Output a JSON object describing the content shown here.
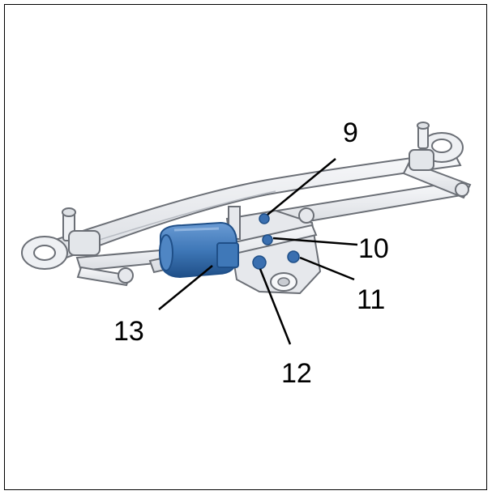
{
  "callouts": {
    "c9": "9",
    "c10": "10",
    "c11": "11",
    "c12": "12",
    "c13": "13"
  },
  "colors": {
    "frame": "#000000",
    "linkage_fill": "#eef0f3",
    "linkage_stroke": "#6b6f76",
    "motor_blue": "#3f78b8",
    "motor_blue_dark": "#1f4f88",
    "fastener_blue": "#3a6fb0"
  }
}
